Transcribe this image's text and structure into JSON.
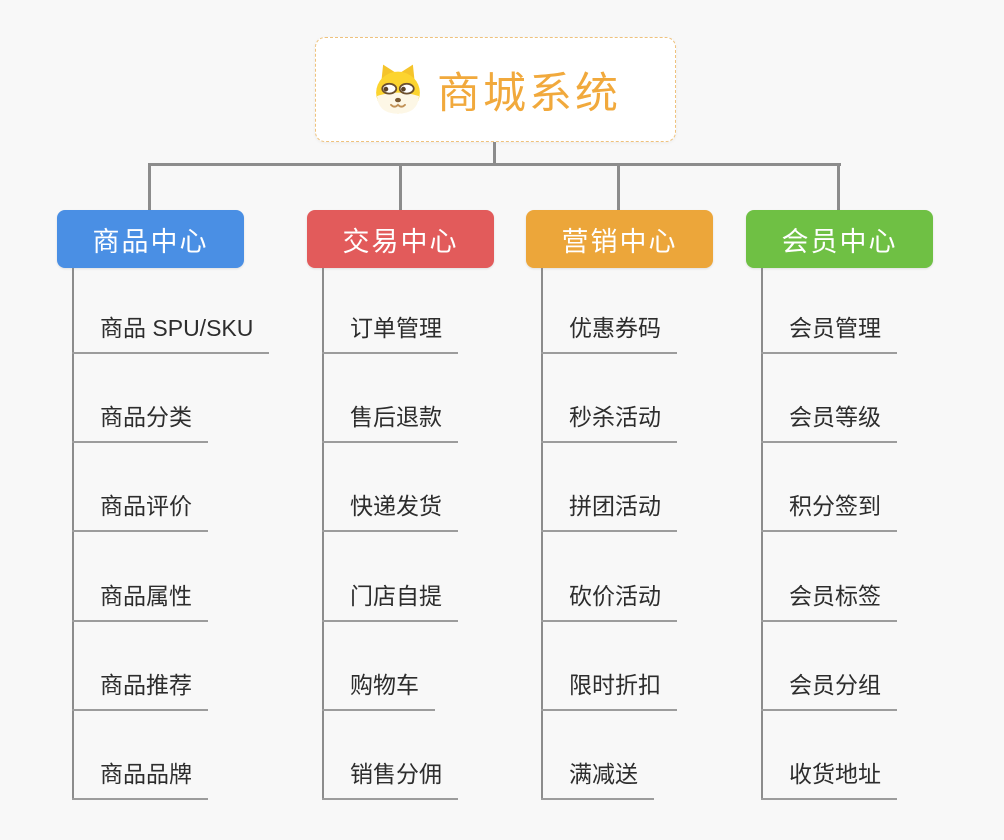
{
  "canvas": {
    "background": "#f8f8f8"
  },
  "root": {
    "title": "商城系统",
    "icon": "dog-face",
    "title_color": "#F1A93C",
    "border_color": "#EFC27D"
  },
  "connectors": {
    "line_color": "#8c8c8c",
    "leaf_underline_color": "#9c9c9c"
  },
  "branches": [
    {
      "label": "商品中心",
      "color": "#4A8FE4",
      "items": [
        "商品 SPU/SKU",
        "商品分类",
        "商品评价",
        "商品属性",
        "商品推荐",
        "商品品牌"
      ]
    },
    {
      "label": "交易中心",
      "color": "#E25B5B",
      "items": [
        "订单管理",
        "售后退款",
        "快递发货",
        "门店自提",
        "购物车",
        "销售分佣"
      ]
    },
    {
      "label": "营销中心",
      "color": "#ECA63A",
      "items": [
        "优惠券码",
        "秒杀活动",
        "拼团活动",
        "砍价活动",
        "限时折扣",
        "满减送"
      ]
    },
    {
      "label": "会员中心",
      "color": "#6FC044",
      "items": [
        "会员管理",
        "会员等级",
        "积分签到",
        "会员标签",
        "会员分组",
        "收货地址"
      ]
    }
  ]
}
